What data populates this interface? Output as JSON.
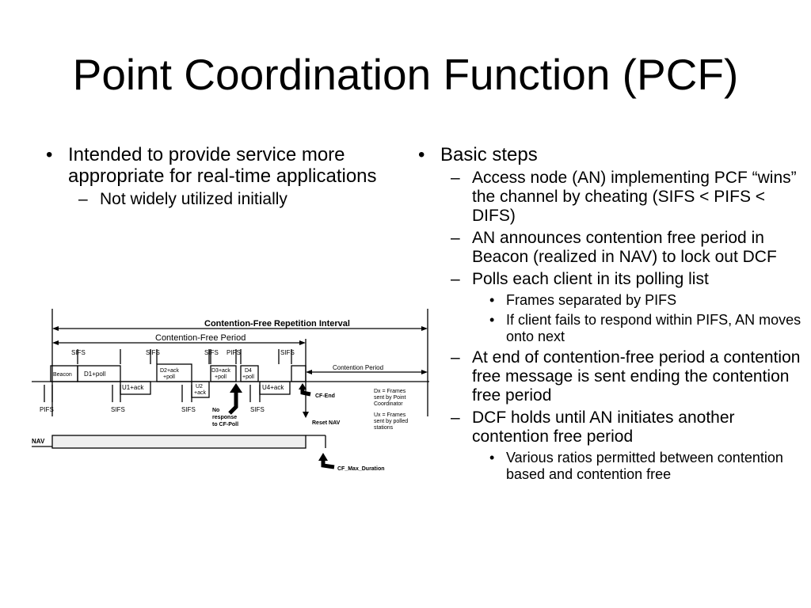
{
  "title": "Point Coordination Function (PCF)",
  "left": {
    "bullet": "Intended to provide service more appropriate for real-time applications",
    "sub": "Not widely utilized initially"
  },
  "right": {
    "bullet": "Basic steps",
    "steps": [
      "Access node (AN) implementing PCF “wins” the channel by cheating (SIFS < PIFS < DIFS)",
      "AN announces contention free period in Beacon (realized in NAV) to lock out DCF",
      "Polls each client in its polling list",
      "At end of contention-free period a contention free message is sent ending the contention free period",
      "DCF holds until AN initiates another contention free period"
    ],
    "poll_sub": [
      "Frames separated by PIFS",
      "If client fails to respond within PIFS, AN moves onto next"
    ],
    "dcf_sub": "Various ratios permitted between contention based and contention free"
  },
  "markers": {
    "bullet": "•",
    "dash": "–"
  },
  "diagram": {
    "cfri": "Contention-Free Repetition Interval",
    "cfp": "Contention-Free Period",
    "cp": "Contention Period",
    "sifs": "SIFS",
    "pifs": "PIFS",
    "beacon": "Beacon",
    "d1": "D1+poll",
    "u1": "U1+ack",
    "d2a": "D2+ack",
    "d2b": "+poll",
    "u2a": "U2",
    "u2b": "+ack",
    "d3a": "D3+ack",
    "d3b": "+poll",
    "d4a": "D4",
    "d4b": "+poll",
    "u4": "U4+ack",
    "cfend": "CF-End",
    "noresp1": "No",
    "noresp2": "response",
    "noresp3": "to CF-Poll",
    "reset": "Reset NAV",
    "nav": "NAV",
    "cfmax": "CF_Max_Duration",
    "legend": [
      "Dx = Frames",
      "sent by Point",
      "Coordinator",
      "Ux = Frames",
      "sent by polled",
      "stations"
    ]
  }
}
